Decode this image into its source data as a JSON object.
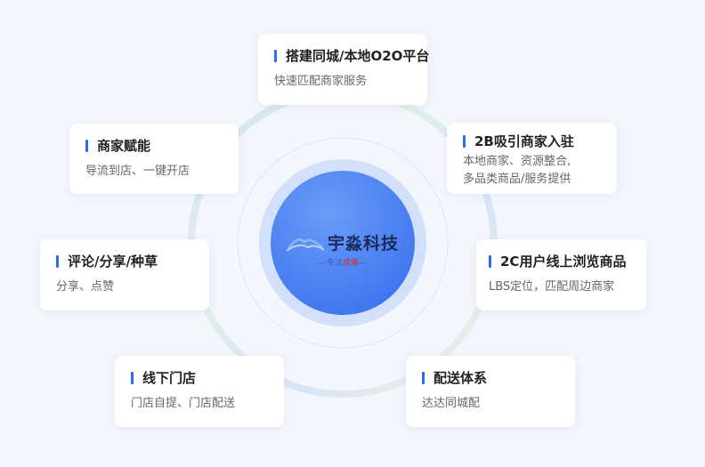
{
  "logo": {
    "name": "宇淼科技",
    "subtitle_left": "—专注",
    "subtitle_seal": "成果",
    "subtitle_right": "—"
  },
  "cards": [
    {
      "title": "搭建同城/本地O2O平台",
      "desc": [
        "快速匹配商家服务"
      ]
    },
    {
      "title": "2B吸引商家入驻",
      "desc": [
        "本地商家、资源整合,",
        "多品类商品/服务提供"
      ]
    },
    {
      "title": "2C用户线上浏览商品",
      "desc": [
        "LBS定位，匹配周边商家"
      ]
    },
    {
      "title": "配送体系",
      "desc": [
        "达达同城配"
      ]
    },
    {
      "title": "线下门店",
      "desc": [
        "门店自提、门店配送"
      ]
    },
    {
      "title": "评论/分享/种草",
      "desc": [
        "分享、点赞"
      ]
    },
    {
      "title": "商家赋能",
      "desc": [
        "导流到店、一键开店"
      ]
    }
  ],
  "colors": {
    "background": "#f3f6fc",
    "accent": "#2d6cf0",
    "center_fill": "#4e86f4",
    "ring_blue": "#d3e0fa",
    "ring_green": "#e2f1e4",
    "ring_yellow": "#f2f2dc"
  }
}
